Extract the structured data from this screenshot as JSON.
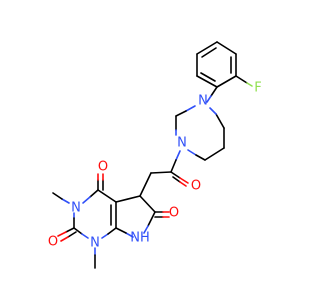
{
  "molecule": {
    "atoms": {
      "fluorine": "F",
      "piperazine_n_top": "N",
      "piperazine_n_bottom": "N",
      "ketone_o": "O",
      "ring_n3": "N",
      "ring_n1": "N",
      "nh": "NH",
      "carbonyl_o4": "O",
      "carbonyl_o2": "O",
      "lactam_o": "O"
    },
    "colors": {
      "carbon": "#000000",
      "nitrogen": "#3050f8",
      "oxygen": "#ff0d0d",
      "fluorine": "#90e050"
    }
  }
}
